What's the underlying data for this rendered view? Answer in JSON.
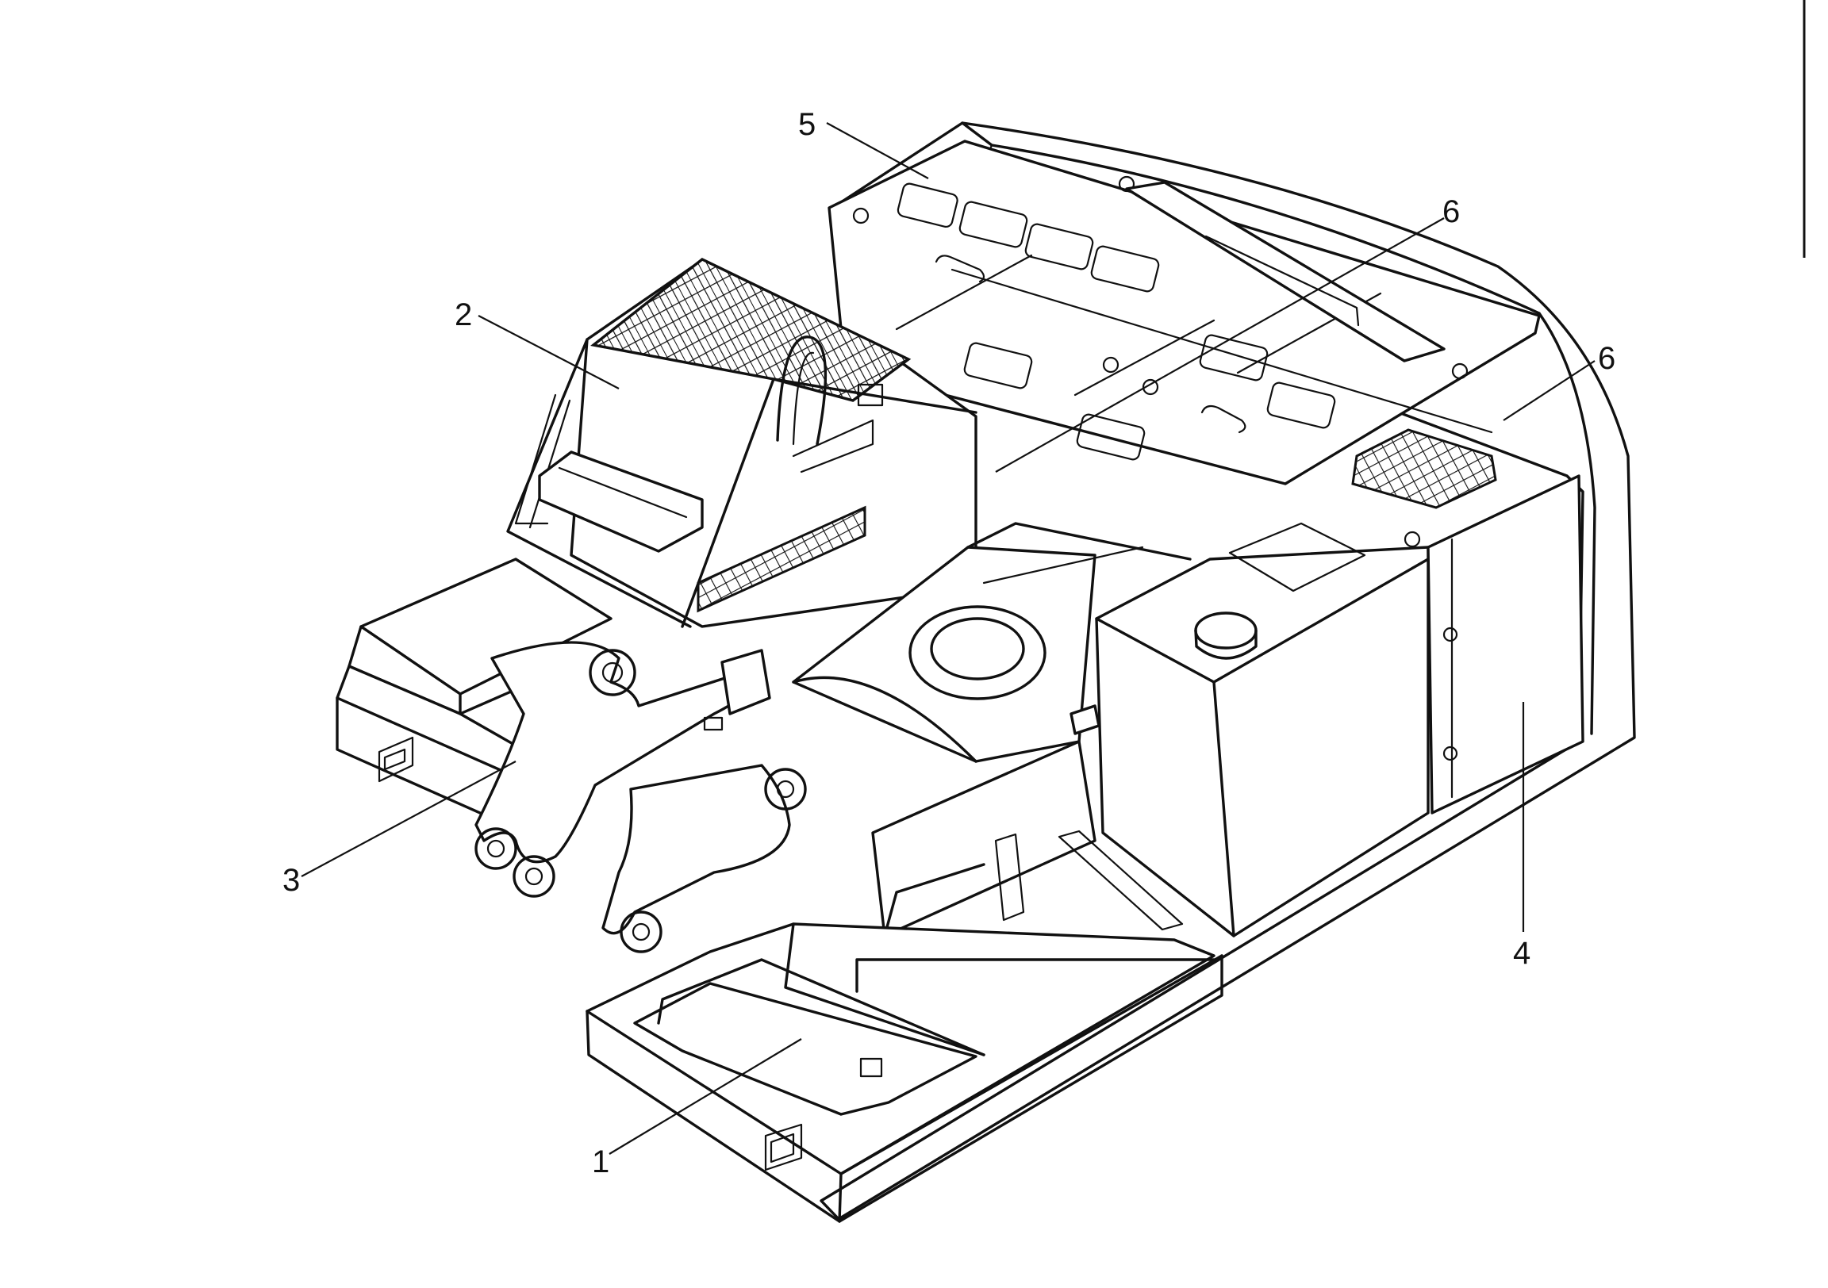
{
  "diagram": {
    "callouts": [
      {
        "id": "c1",
        "text": "1"
      },
      {
        "id": "c2",
        "text": "2"
      },
      {
        "id": "c3",
        "text": "3"
      },
      {
        "id": "c4",
        "text": "4"
      },
      {
        "id": "c5",
        "text": "5"
      },
      {
        "id": "c6a",
        "text": "6"
      },
      {
        "id": "c6b",
        "text": "6"
      }
    ]
  }
}
